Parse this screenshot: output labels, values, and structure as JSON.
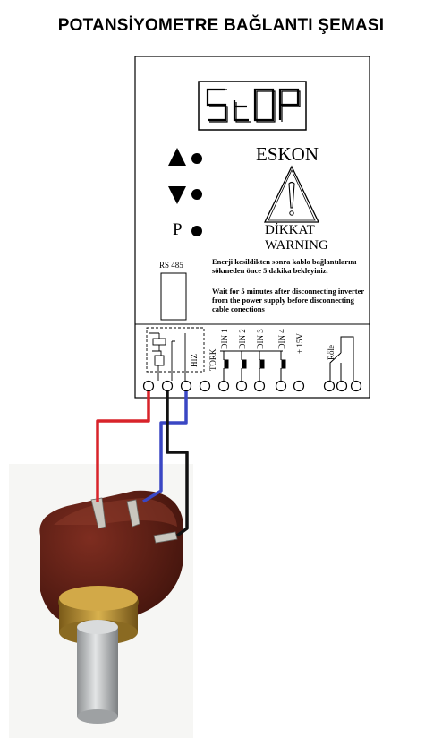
{
  "title": "POTANSİYOMETRE  BAĞLANTI ŞEMASI",
  "display": {
    "text": "StOP"
  },
  "panel": {
    "brand": "ESKON",
    "up_symbol": "▲",
    "down_symbol": "▼",
    "p_label": "P",
    "caution_title": "DİKKAT",
    "warning_title": "WARNING",
    "rs485_label": "RS 485",
    "warning_tr": "Enerji kesildikten sonra kablo bağlantılarını sökmeden önce 5 dakika bekleyiniz.",
    "warning_en": "Wait for 5 minutes after disconnecting inverter from the power supply before disconnecting cable conections"
  },
  "terminals": {
    "labels": [
      "HIZ",
      "TORK",
      "DIN 1",
      "DIN 2",
      "DIN 3",
      "DIN 4",
      "+ 15V",
      "Röle"
    ]
  },
  "wires": {
    "colors": {
      "red": "#d8232a",
      "blue": "#3a47c4",
      "black": "#111111"
    }
  },
  "colors": {
    "panel_border": "#000000",
    "pot_body": "#5b1d14",
    "pot_brass": "#b68a2e",
    "pot_shaft": "#b9bcbe"
  }
}
